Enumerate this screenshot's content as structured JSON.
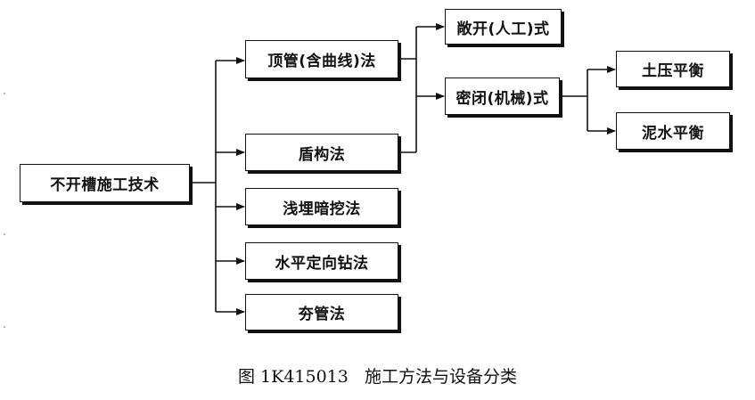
{
  "diagram": {
    "root": "不开槽施工技术",
    "methods": {
      "pipe_jacking": "顶管(含曲线)法",
      "shield": "盾构法",
      "shallow_excavation": "浅埋暗挖法",
      "directional_drilling": "水平定向钻法",
      "pipe_ramming": "夯管法"
    },
    "jacking_types": {
      "open_manual": "敞开(人工)式",
      "closed_mechanical": "密闭(机械)式"
    },
    "balance_types": {
      "earth_pressure": "土压平衡",
      "slurry": "泥水平衡"
    },
    "caption": "图 1K415013   施工方法与设备分类"
  }
}
